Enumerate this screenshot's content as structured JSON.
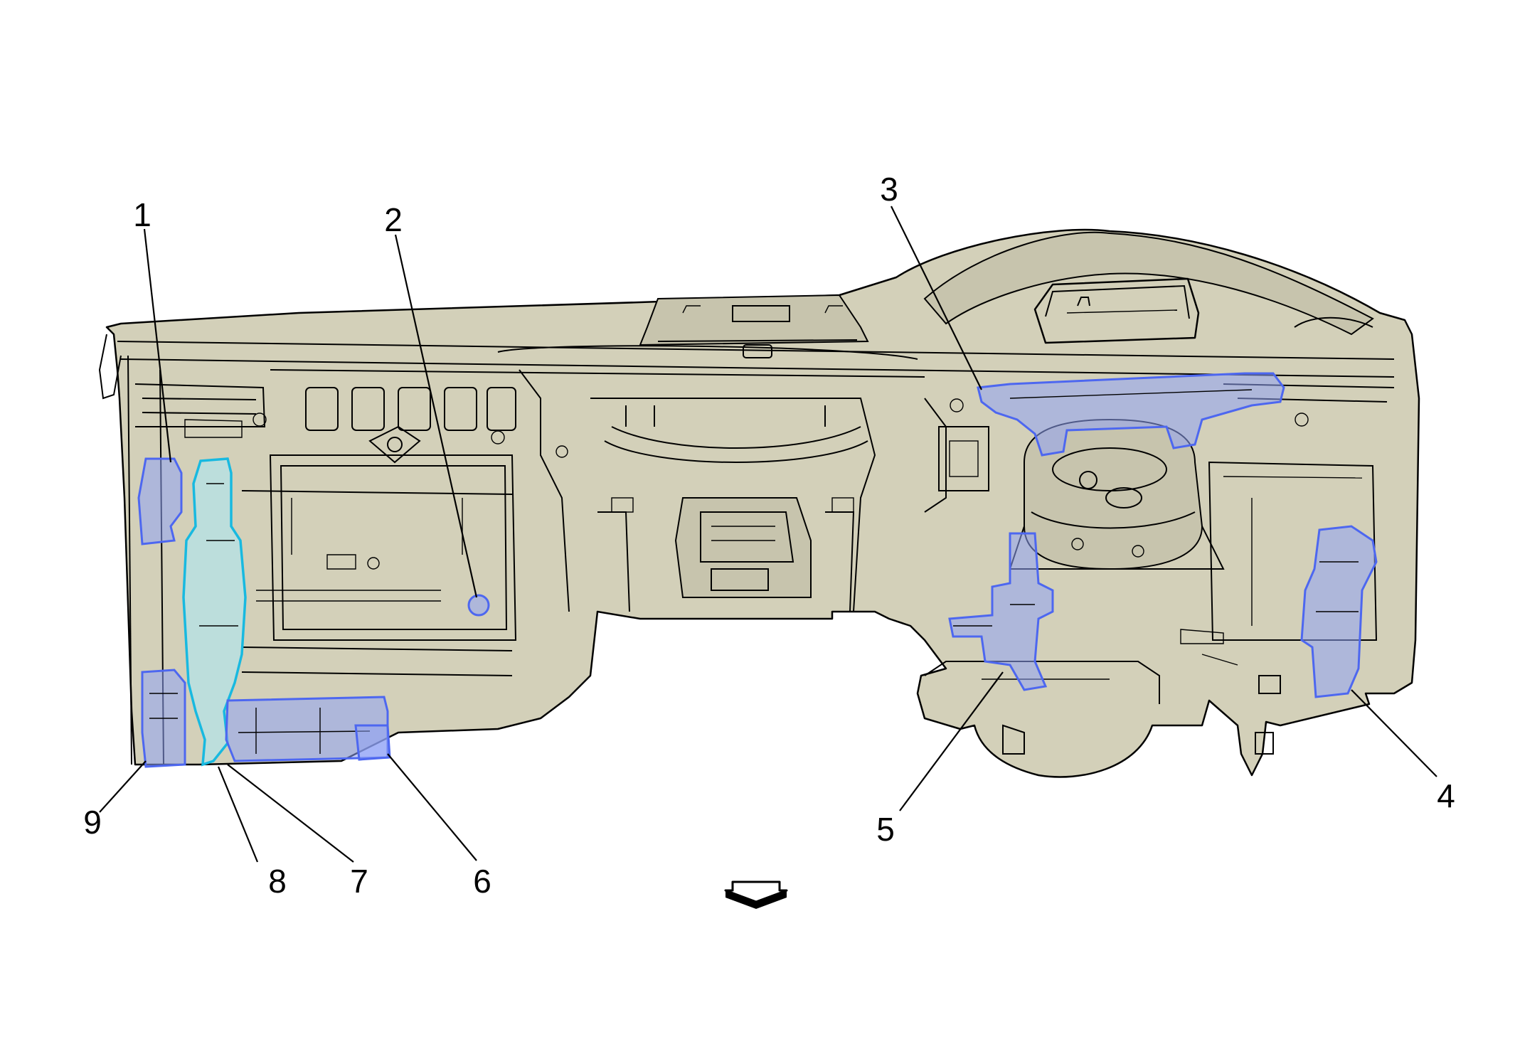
{
  "callouts": [
    {
      "id": 1,
      "label": "1"
    },
    {
      "id": 2,
      "label": "2"
    },
    {
      "id": 3,
      "label": "3"
    },
    {
      "id": 4,
      "label": "4"
    },
    {
      "id": 5,
      "label": "5"
    },
    {
      "id": 6,
      "label": "6"
    },
    {
      "id": 7,
      "label": "7"
    },
    {
      "id": 8,
      "label": "8"
    },
    {
      "id": 9,
      "label": "9"
    }
  ],
  "colors": {
    "dashboard_fill": "#d3d0b9",
    "highlight_blue": "#4d67f0",
    "highlight_cyan": "#18b9e0",
    "line": "#000000"
  },
  "icons": {
    "direction_indicator": "forward-arrow-icon"
  }
}
